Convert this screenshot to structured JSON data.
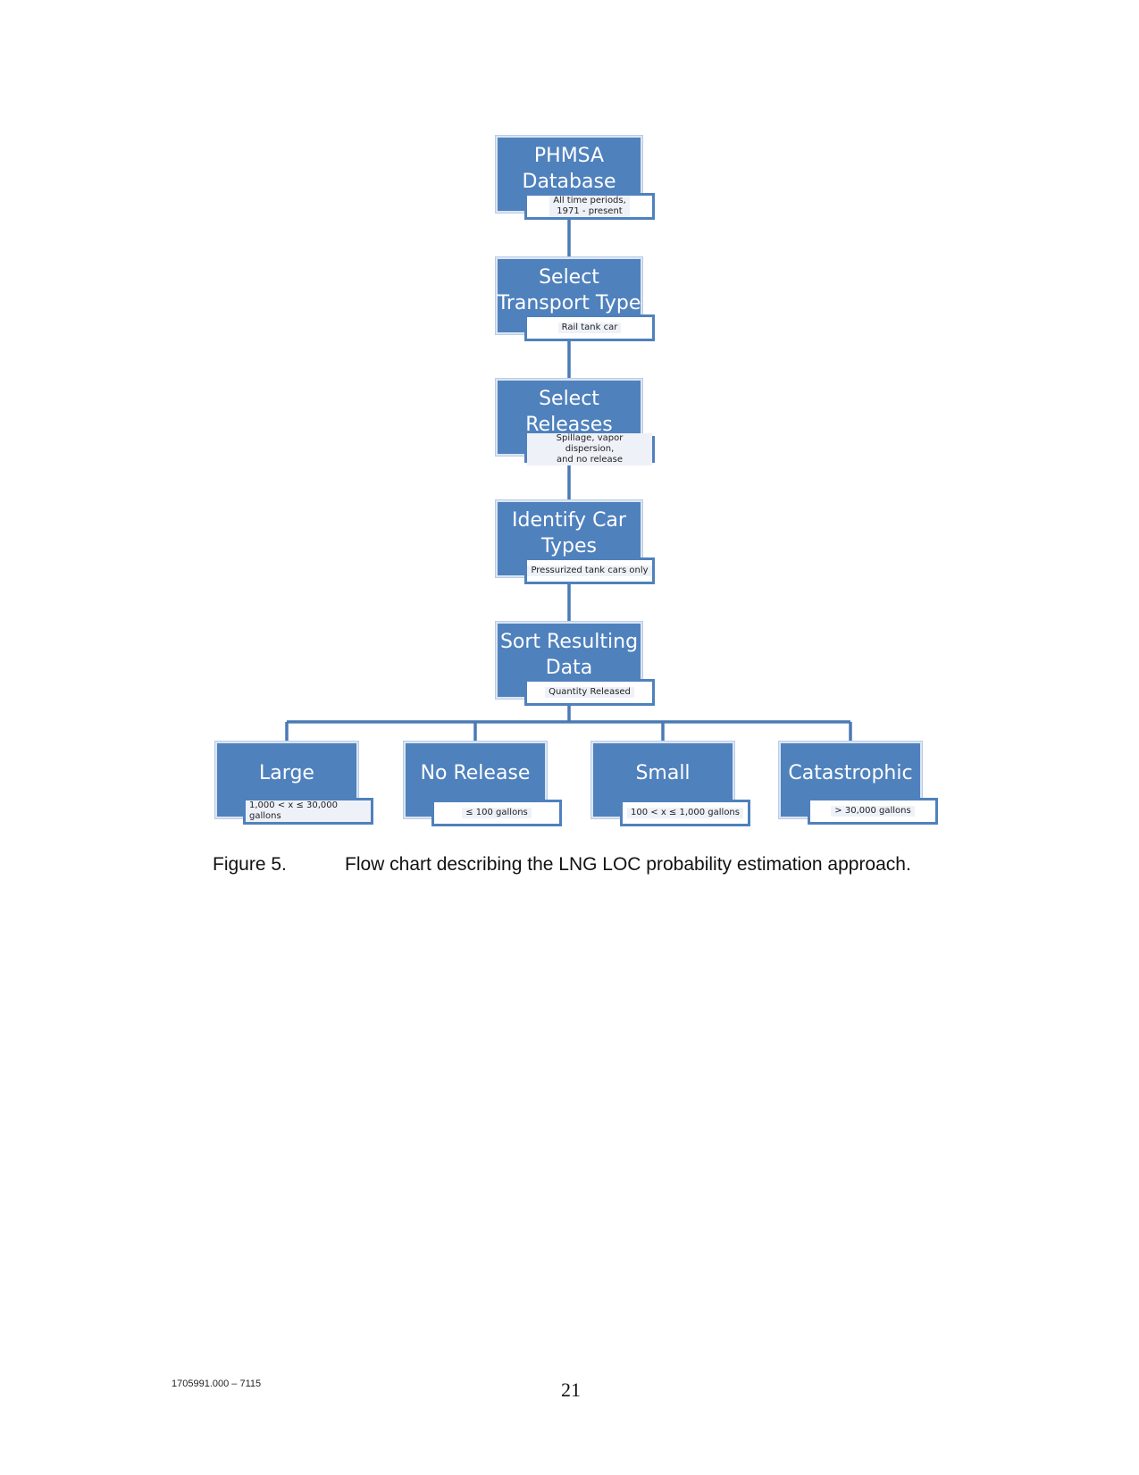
{
  "flowchart": {
    "steps": [
      {
        "title": "PHMSA\nDatabase",
        "note": "All time periods,\n1971 - present"
      },
      {
        "title": "Select\nTransport Type",
        "note": "Rail tank car"
      },
      {
        "title": "Select\nReleases",
        "note": "Spillage, vapor dispersion,\nand no release"
      },
      {
        "title": "Identify Car\nTypes",
        "note": "Pressurized tank cars only"
      },
      {
        "title": "Sort Resulting\nData",
        "note": "Quantity Released"
      }
    ],
    "outcomes": [
      {
        "title": "Large",
        "note": "1,000 < x ≤ 30,000 gallons"
      },
      {
        "title": "No Release",
        "note": "≤ 100 gallons"
      },
      {
        "title": "Small",
        "note": "100 < x ≤ 1,000 gallons"
      },
      {
        "title": "Catastrophic",
        "note": "> 30,000 gallons"
      }
    ],
    "colors": {
      "box_fill": "#4f81bd",
      "connector": "#4a7ab5"
    }
  },
  "caption": {
    "number": "Figure 5.",
    "text": "Flow chart describing the LNG LOC probability estimation approach."
  },
  "footer": {
    "document_id": "1705991.000 – 7115",
    "page_number": "21"
  }
}
